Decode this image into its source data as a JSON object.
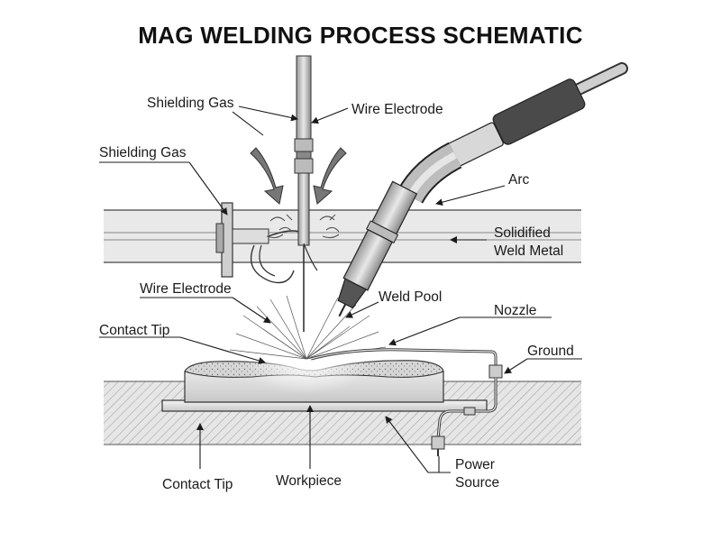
{
  "title": "MAG WELDING PROCESS SCHEMATIC",
  "labels": {
    "shielding_gas_top": "Shielding Gas",
    "wire_electrode_top": "Wire Electrode",
    "shielding_gas_left": "Shielding Gas",
    "arc": "Arc",
    "solidified_weld_metal_line1": "Solidified",
    "solidified_weld_metal_line2": "Weld Metal",
    "wire_electrode_left": "Wire Electrode",
    "weld_pool": "Weld Pool",
    "nozzle": "Nozzle",
    "contact_tip_left": "Contact Tip",
    "ground": "Ground",
    "contact_tip_bottom": "Contact Tip",
    "workpiece": "Workpiece",
    "power_source_line1": "Power",
    "power_source_line2": "Source"
  },
  "colors": {
    "line": "#1a1a1a",
    "band_fill": "#e4e4e4",
    "torch_dark": "#4a4a4a",
    "torch_light": "#d0d0d0",
    "bead_fill": "#dcdcdc"
  }
}
